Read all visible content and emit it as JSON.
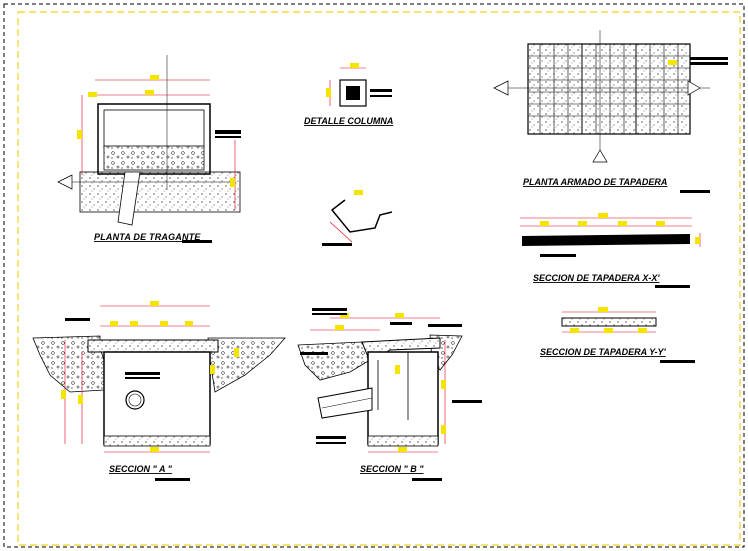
{
  "titles": {
    "planta_tragante": "PLANTA DE TRAGANTE",
    "detalle_columna": "DETALLE COLUMNA",
    "planta_armado": "PLANTA ARMADO DE TAPADERA",
    "seccion_xx": "SECCION DE TAPADERA X-X'",
    "seccion_yy": "SECCION DE TAPADERA Y-Y'",
    "seccion_a": "SECCION  \" A \"",
    "seccion_b": "SECCION  \" B \""
  },
  "colors": {
    "border_dash": "#f2d21a",
    "line": "#000000",
    "dim_line": "#e0001b",
    "dim_text": "#f5e300",
    "ground_fill": "#d9d9d9"
  }
}
